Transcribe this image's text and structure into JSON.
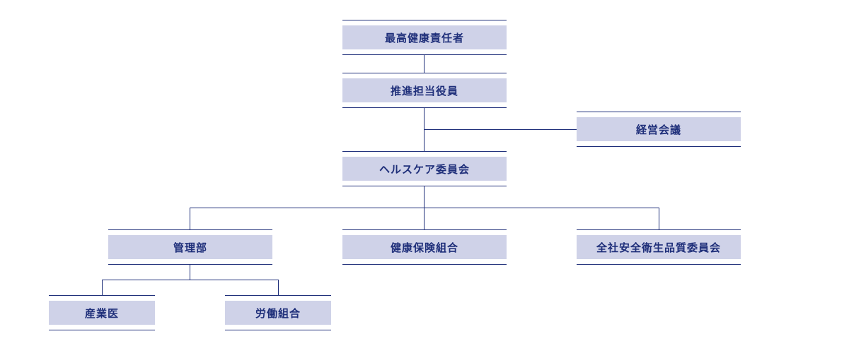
{
  "org_chart": {
    "nodes": [
      {
        "id": "ceo",
        "label": "最高健康責任者"
      },
      {
        "id": "officer",
        "label": "推進担当役員"
      },
      {
        "id": "management_council",
        "label": "経営会議"
      },
      {
        "id": "healthcare_committee",
        "label": "ヘルスケア委員会"
      },
      {
        "id": "admin_dept",
        "label": "管理部"
      },
      {
        "id": "health_insurance",
        "label": "健康保険組合"
      },
      {
        "id": "safety_committee",
        "label": "全社安全衛生品質委員会"
      },
      {
        "id": "industrial_physician",
        "label": "産業医"
      },
      {
        "id": "labor_union",
        "label": "労働組合"
      }
    ],
    "links": [
      [
        "ceo",
        "officer"
      ],
      [
        "officer",
        "healthcare_committee"
      ],
      [
        "officer",
        "management_council"
      ],
      [
        "healthcare_committee",
        "admin_dept"
      ],
      [
        "healthcare_committee",
        "health_insurance"
      ],
      [
        "healthcare_committee",
        "safety_committee"
      ],
      [
        "admin_dept",
        "industrial_physician"
      ],
      [
        "admin_dept",
        "labor_union"
      ]
    ]
  },
  "colors": {
    "line": "#1f2f7a",
    "box_fill": "#cfd2e8",
    "text": "#1f2f7a"
  }
}
